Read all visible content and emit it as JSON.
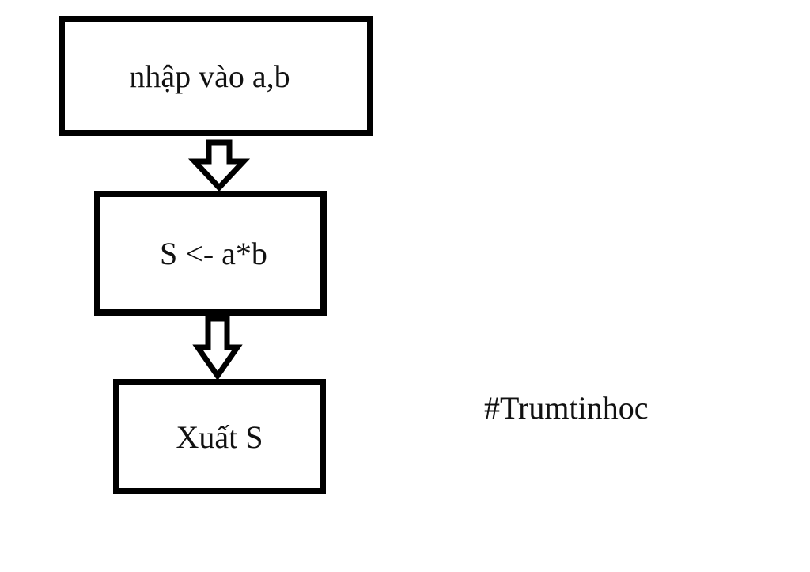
{
  "diagram": {
    "steps": [
      {
        "label": "nhập vào a,b"
      },
      {
        "label": "S <- a*b"
      },
      {
        "label": "Xuất S"
      }
    ],
    "connectors": [
      {
        "from": "nhập vào a,b",
        "to": "S <- a*b"
      },
      {
        "from": "S <- a*b",
        "to": "Xuất S"
      }
    ]
  },
  "hashtag": "#Trumtinhoc"
}
